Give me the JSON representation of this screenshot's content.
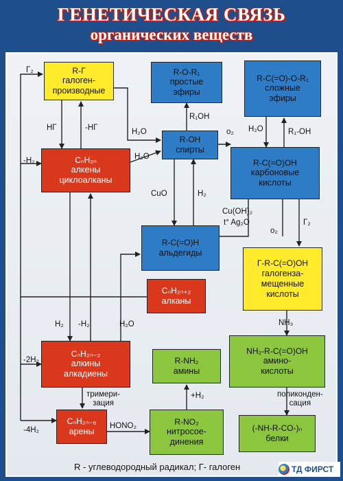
{
  "header": {
    "title_line1": "ГЕНЕТИЧЕСКАЯ СВЯЗЬ",
    "title_line2": "органических веществ"
  },
  "boxes": {
    "halogen": {
      "formula": "R-Г",
      "line1": "галоген-",
      "line2": "производные"
    },
    "ethers": {
      "formula": "R-O-R₁",
      "line1": "простые",
      "line2": "эфиры"
    },
    "esters": {
      "formula": "R-C(=O)-O-R₁",
      "line1": "сложные",
      "line2": "эфиры"
    },
    "alkenes": {
      "formula": "CₙH₂ₙ",
      "line1": "алкены",
      "line2": "циклоалканы"
    },
    "alcohols": {
      "formula": "R-OH",
      "line1": "спирты"
    },
    "acids": {
      "formula": "R-C(=O)OH",
      "line1": "карбоновые",
      "line2": "кислоты"
    },
    "aldehydes": {
      "formula": "R-C(=O)H",
      "line1": "альдегиды"
    },
    "alkanes": {
      "formula": "CₙH₂ₙ₊₂",
      "line1": "алканы"
    },
    "haloacids": {
      "formula": "Г-R-C(=O)OH",
      "line1": "галогенза-",
      "line2": "мещенные",
      "line3": "кислоты"
    },
    "alkynes": {
      "formula": "CₙH₂ₙ₋₂",
      "line1": "алкины",
      "line2": "алкадиены"
    },
    "amines": {
      "formula": "R-NH₂",
      "line1": "амины"
    },
    "aminoacids": {
      "formula": "NH₂-R-C(=O)OH",
      "line1": "амино-",
      "line2": "кислоты"
    },
    "arenes": {
      "formula": "CₙH₂ₙ₋₆",
      "line1": "арены"
    },
    "nitro": {
      "formula": "R-NO₂",
      "line1": "нитросое-",
      "line2": "динения"
    },
    "proteins": {
      "formula": "(-NH-R-CO-)ₙ",
      "line1": "белки"
    }
  },
  "labels": {
    "g2_top": "Г₂",
    "hg": "НГ",
    "minus_hg": "-НГ",
    "minus_h2_left": "-Н₂",
    "h2o_1": "Н₂O",
    "h2o_2": "Н₂O",
    "r1oh": "R₁OH",
    "o2_1": "o₂",
    "h2o_3": "Н₂O",
    "r1_oh": "R₁-OH",
    "cuo": "CuO",
    "h2_mid": "Н₂",
    "cuoh2": "Cu(OH)₂",
    "t_ag2o": "t°   Ag₂O",
    "o2_2": "o₂",
    "g2_right": "Г₂",
    "h2_a": "Н₂",
    "minus_h2_b": "-Н₂",
    "h2o_4": "Н₂O",
    "minus_2h2": "-2Н₂",
    "nh3": "NH₃",
    "trimer1": "тримери-",
    "trimer2": "зация",
    "plus_h2": "+Н₂",
    "poly1": "поликонден-",
    "poly2": "сация",
    "minus_4h2": "-4Н₂",
    "hono2": "HONO₂"
  },
  "footer": {
    "legend": "R - углеводородный радикал; Г- галоген",
    "brand": "ТД ФИРСТ"
  }
}
